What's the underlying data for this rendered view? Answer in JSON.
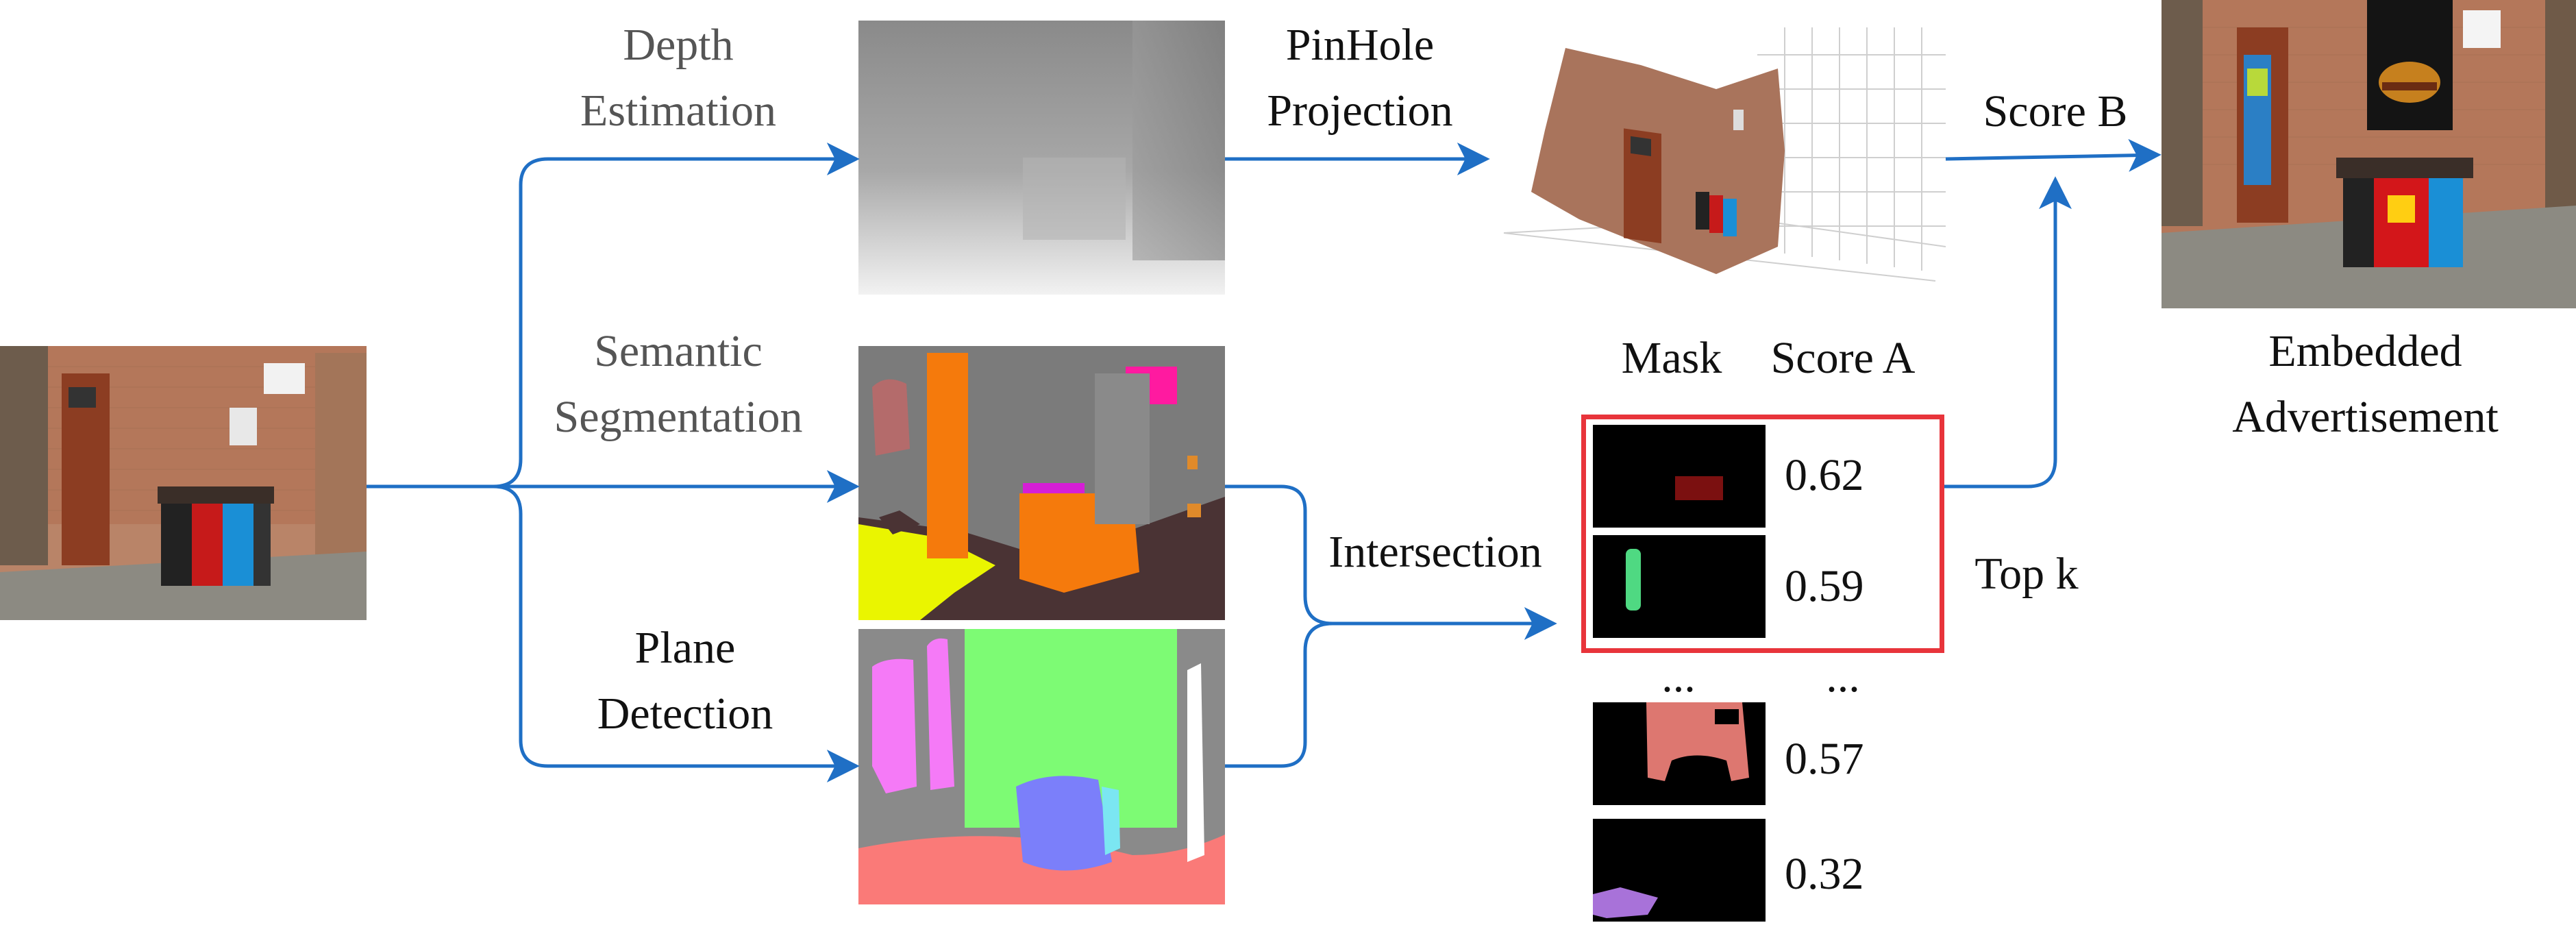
{
  "labels": {
    "depth_estimation": [
      "Depth",
      "Estimation"
    ],
    "semantic_segmentation": [
      "Semantic",
      "Segmentation"
    ],
    "plane_detection": [
      "Plane",
      "Detection"
    ],
    "pinhole_projection": [
      "PinHole",
      "Projection"
    ],
    "intersection": "Intersection",
    "score_b": "Score B",
    "embedded_advertisement": [
      "Embedded",
      "Advertisement"
    ],
    "mask_header": "Mask",
    "score_a_header": "Score A",
    "top_k": "Top k",
    "ellipsis_mask": "...",
    "ellipsis_score": "..."
  },
  "masks": [
    {
      "score": "0.62"
    },
    {
      "score": "0.59"
    },
    {
      "score": "0.57"
    },
    {
      "score": "0.32"
    }
  ],
  "colors": {
    "arrow": "#1f6fc5",
    "highlight_box": "#e8343b"
  }
}
